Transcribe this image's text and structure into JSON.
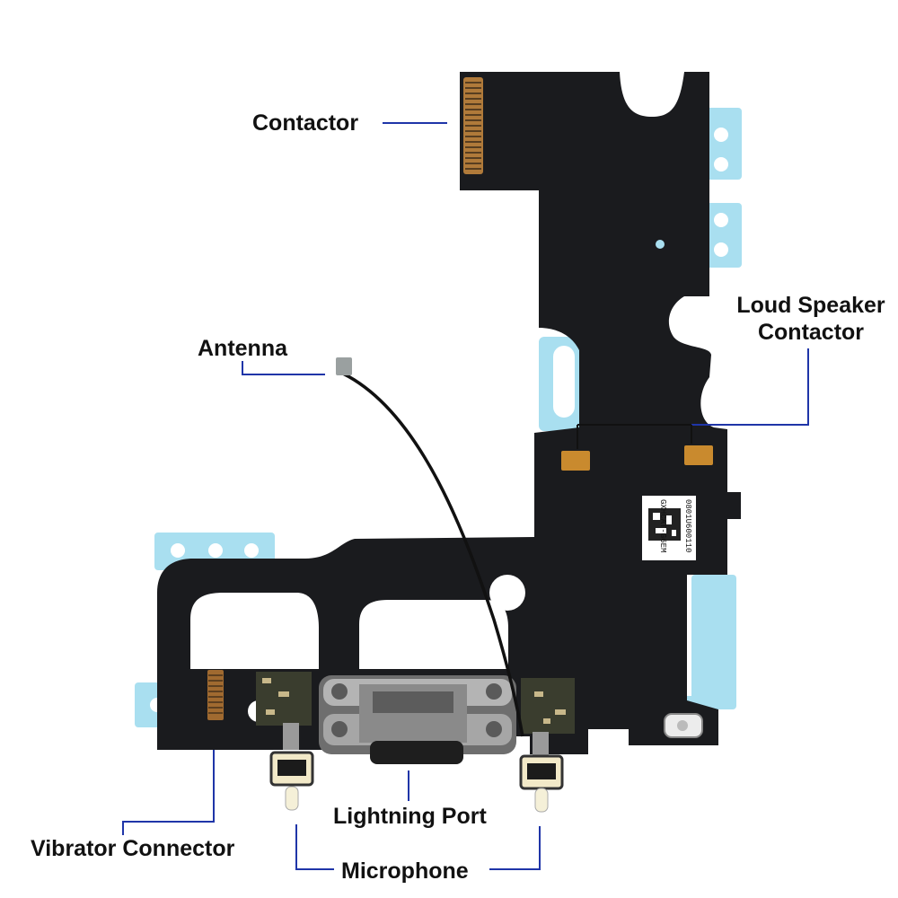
{
  "labels": {
    "contactor": "Contactor",
    "antenna": "Antenna",
    "loud_speaker_line1": "Loud Speaker",
    "loud_speaker_line2": "Contactor",
    "lightning_port": "Lightning Port",
    "vibrator_connector": "Vibrator Connector",
    "microphone": "Microphone"
  },
  "board_markings": {
    "part_code": "GXHCAT-G6EM",
    "serial": "0801U600110"
  },
  "colors": {
    "flex_board": "#1a1b1e",
    "stiffener_blue": "#a9dff0",
    "leader_line": "#1f35a8",
    "copper_pad": "#c98a2e",
    "connector_metal": "#8e8e8e",
    "label_text": "#111111"
  }
}
